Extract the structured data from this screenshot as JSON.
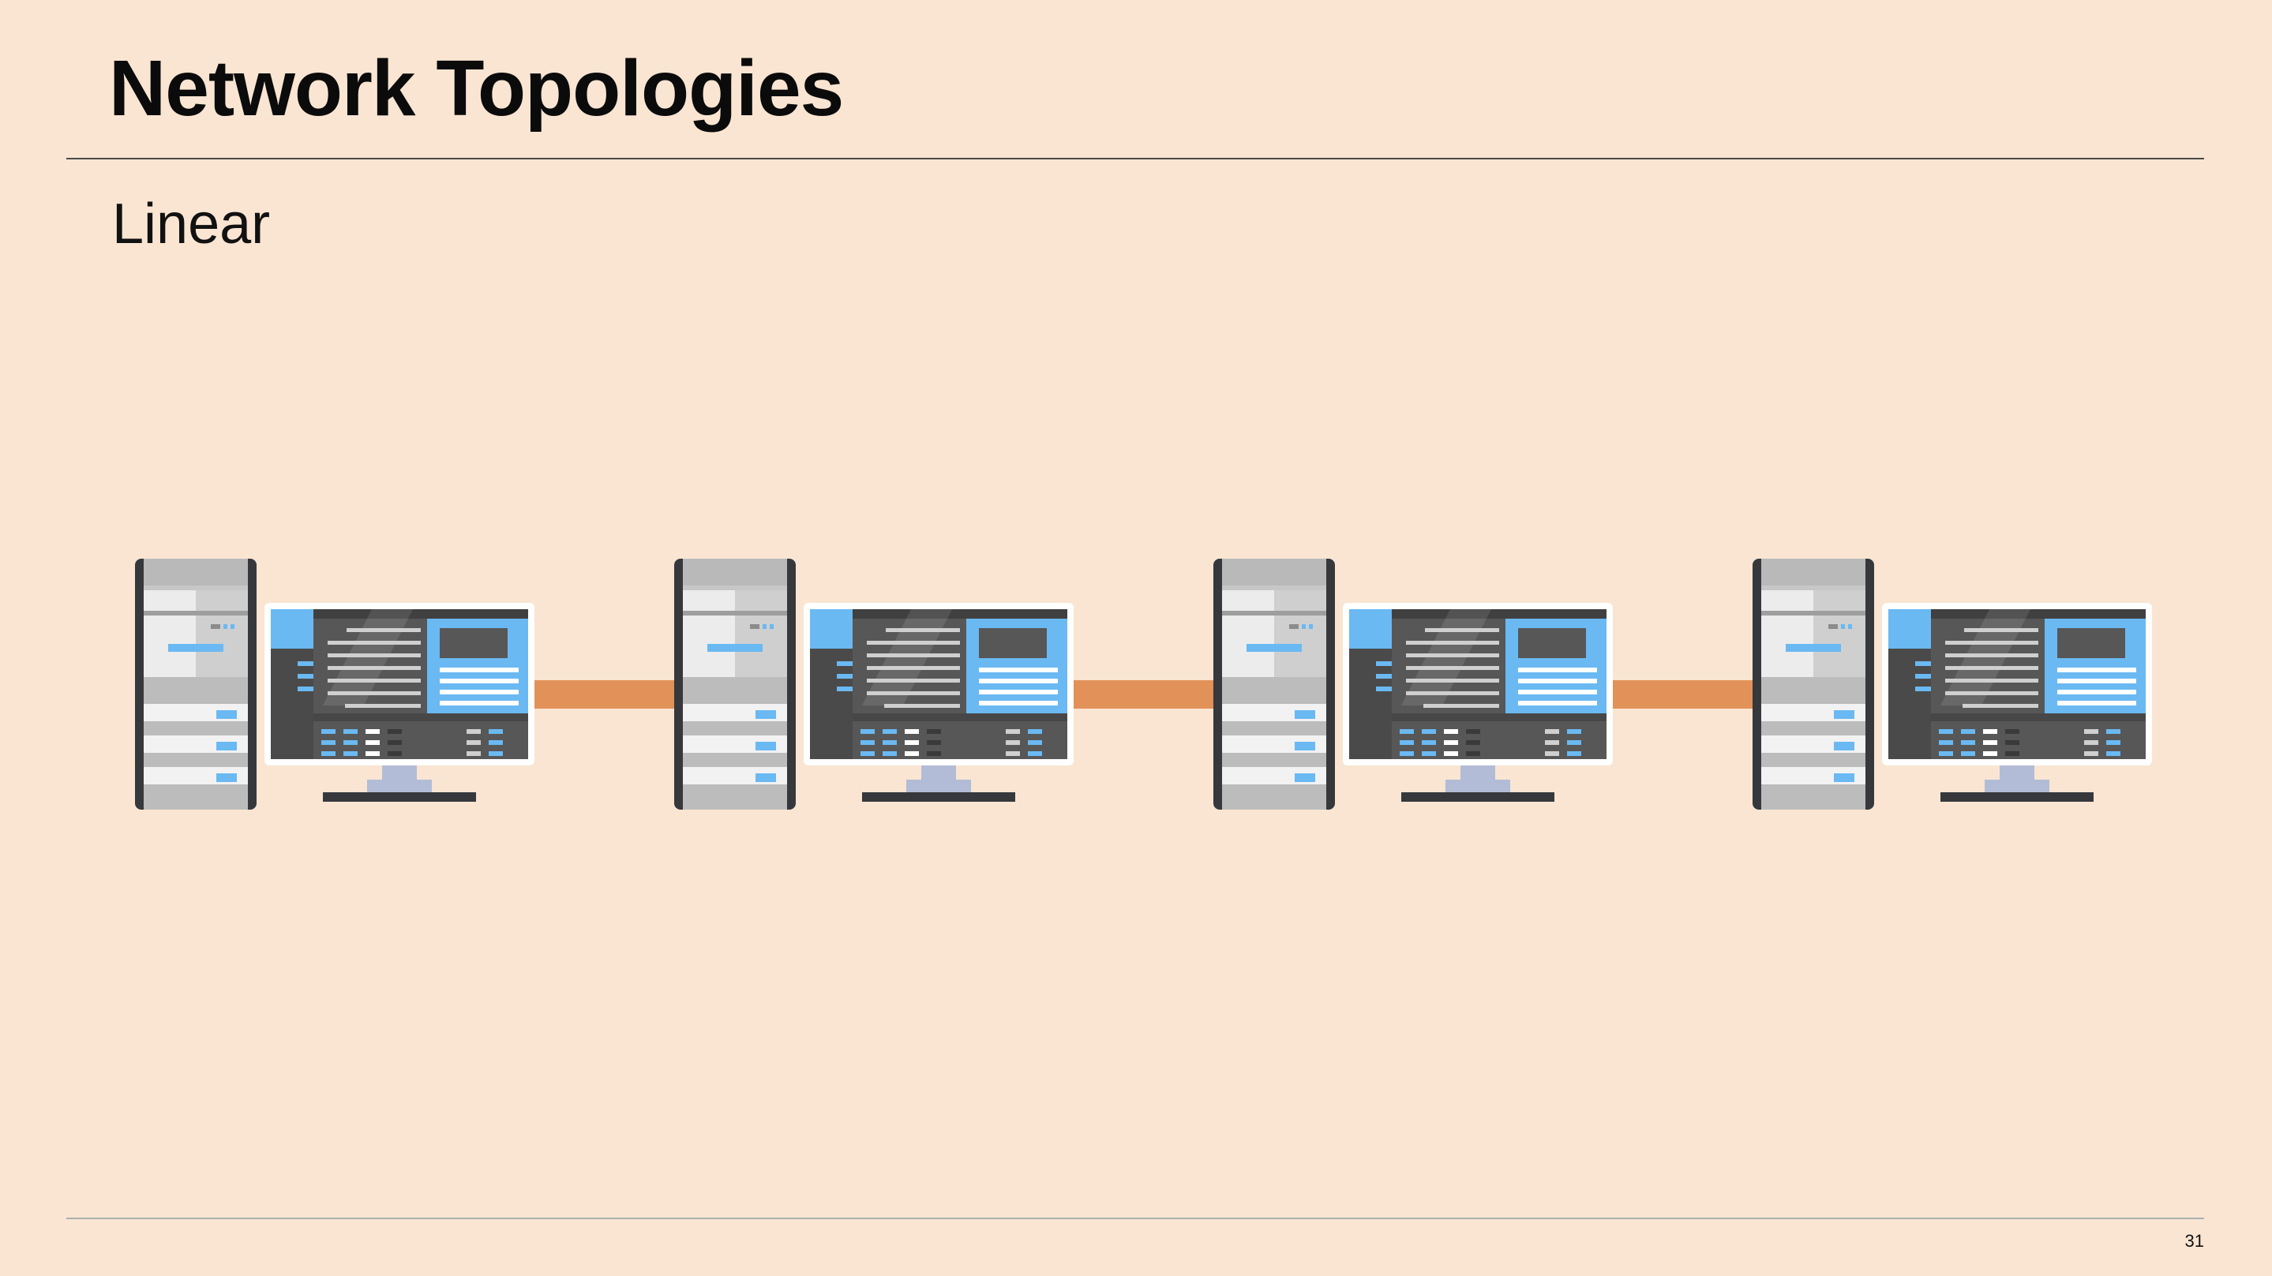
{
  "slide": {
    "title": "Network Topologies",
    "subtitle": "Linear",
    "page_number": "31"
  },
  "diagram": {
    "topology": "linear",
    "nodes": [
      {
        "icon": "desktop-computer-icon"
      },
      {
        "icon": "desktop-computer-icon"
      },
      {
        "icon": "desktop-computer-icon"
      },
      {
        "icon": "desktop-computer-icon"
      }
    ],
    "links": [
      {
        "from": 0,
        "to": 1
      },
      {
        "from": 1,
        "to": 2
      },
      {
        "from": 2,
        "to": 3
      }
    ]
  },
  "colors": {
    "background": "#f9e5d2",
    "link": "#e29158",
    "screen_accent": "#6ab9f2",
    "tower_frame": "#36383c",
    "screen_dark": "#575757"
  }
}
